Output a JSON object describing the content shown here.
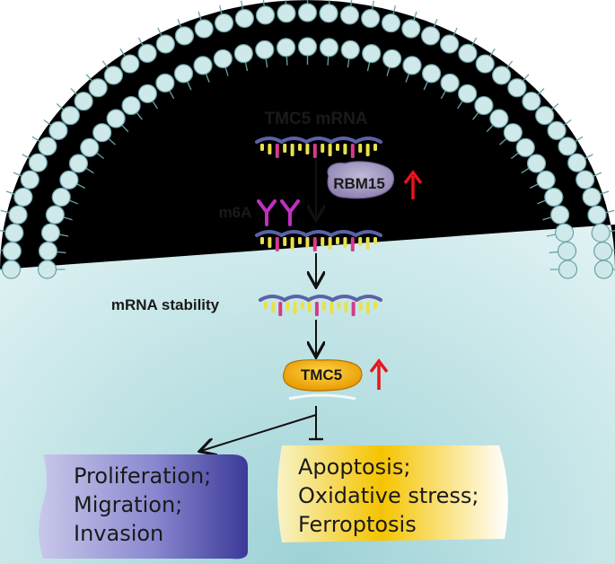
{
  "labels": {
    "tmc5_mrna": "TMC5 mRNA",
    "rbm15": "RBM15",
    "m6a": "m6A",
    "mrna_stability": "mRNA stability",
    "tmc5_protein": "TMC5"
  },
  "promoted_outcomes": [
    "Proliferation;",
    "Migration;",
    "Invasion"
  ],
  "inhibited_outcomes": [
    "Apoptosis;",
    "Oxidative stress;",
    "Ferroptosis"
  ],
  "indicators": {
    "rbm15_arrow": "up-arrow-icon",
    "tmc5_arrow": "up-arrow-icon"
  },
  "colors": {
    "up_arrow": "#e8141b",
    "membrane_head": "#cfe8ea",
    "membrane_stroke": "#6aa2a6",
    "mrna_backbone": "#5b62a8",
    "base_yellow": "#e9e14a",
    "base_pink": "#d63a8a",
    "m6a_mark": "#c030c0",
    "rbm15_fill": "#9a8fb8",
    "tmc5_fill": "#f0a800",
    "promote_box": "#5a58b0",
    "inhibit_box": "#f2b400"
  }
}
